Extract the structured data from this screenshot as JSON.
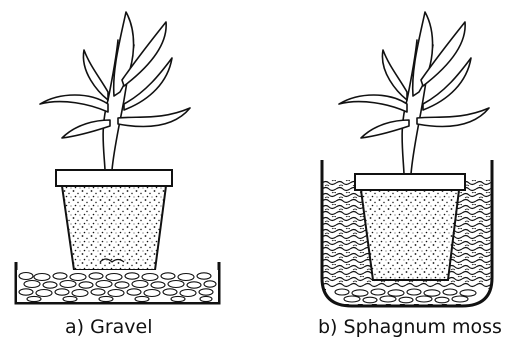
{
  "panels": [
    {
      "id": "a",
      "caption": "a) Gravel"
    },
    {
      "id": "b",
      "caption": "b) Sphagnum moss"
    }
  ],
  "colors": {
    "ink": "#111111",
    "background": "#ffffff"
  }
}
